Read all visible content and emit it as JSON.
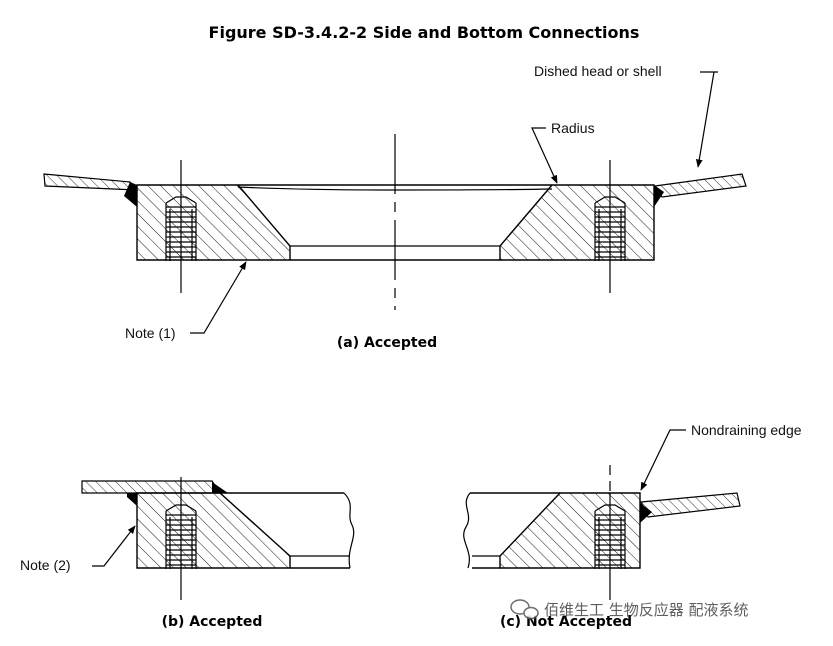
{
  "title": "Figure SD-3.4.2-2 Side and Bottom Connections",
  "labels": {
    "dished_head": "Dished head or shell",
    "radius": "Radius",
    "note1": "Note (1)",
    "note2": "Note (2)",
    "nondraining": "Nondraining edge"
  },
  "captions": {
    "a": "(a) Accepted",
    "b": "(b) Accepted",
    "c": "(c) Not Accepted"
  },
  "watermark": "佰维生工 生物反应器 配液系统",
  "watermark_icon": "wechat-icon"
}
